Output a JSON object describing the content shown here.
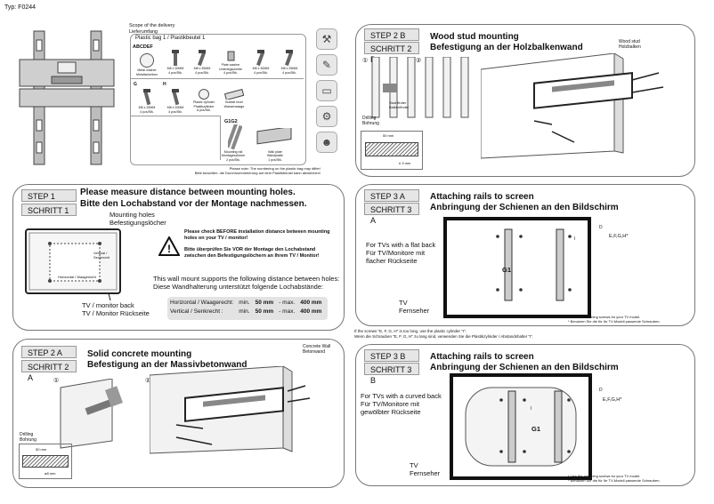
{
  "type_label": "Typ: F0244",
  "scope": {
    "line1": "Scope of the delivery",
    "line2": "Lieferumfang"
  },
  "bag": {
    "title": "Plastic bag 1 / Plastikbeutel 1",
    "abcdef": "ABCDEF",
    "items": [
      {
        "letter": "",
        "en": "Metal washer",
        "de": "Metallscheiben",
        "qty": ""
      },
      {
        "letter": "",
        "en": "M6 x 30MM",
        "de": "",
        "qty": "4 pcs/Stk."
      },
      {
        "letter": "",
        "en": "M8 x 45MM",
        "de": "",
        "qty": "4 pcs/Stk."
      },
      {
        "letter": "",
        "en": "Plate washer",
        "de": "Unterlegscheibe",
        "qty": "4 pcs/Stk."
      },
      {
        "letter": "",
        "en": "M6 x 30MM",
        "de": "",
        "qty": "4 pcs/Stk."
      },
      {
        "letter": "",
        "en": "M8 x 25MM",
        "de": "",
        "qty": "4 pcs/Stk."
      },
      {
        "letter": "G",
        "en": "M6 x 25MM",
        "de": "",
        "qty": "4 pcs/Stk."
      },
      {
        "letter": "H",
        "en": "M8 x 20MM",
        "de": "",
        "qty": "4 pcs/Stk."
      },
      {
        "letter": "",
        "en": "Plastic cylinder",
        "de": "Plastikzylinder",
        "qty": "8 pcs/Stk."
      },
      {
        "letter": "",
        "en": "Bubble level",
        "de": "Wasserwaage",
        "qty": ""
      }
    ],
    "g1g2": "G1G2",
    "mounting_rail": {
      "en": "Mounting rail",
      "de": "Montageschiene",
      "qty": "2 pcs/Stk."
    },
    "wall_plate": {
      "en": "Wall plate",
      "de": "Wandplatte",
      "qty": "1 pcs/Stk."
    },
    "note1": "Please note: The numbering on the plastic bag may differ!",
    "note2": "Bitte beachten: die Durchnummerierung auf dem Plastikbeutel kann abweichen!"
  },
  "step1": {
    "label_en": "STEP   1",
    "label_de": "SCHRITT 1",
    "title1": "Please measure distance between mounting holes.",
    "title2": "Bitte den Lochabstand vor der Montage nachmessen.",
    "holes1": "Mounting holes",
    "holes2": "Befestigungslöcher",
    "vertical": "Vertical / Senkrecht",
    "horizontal": "Horizontal / Waagerecht",
    "back1": "TV / monitor back",
    "back2": "TV / Monitor Rückseite",
    "warn1": "Please check BEFORE installation distance between mounting holes on your TV / monitor!",
    "warn2": "Bitte überprüfen Sie VOR der Montage den Lochabstand zwischen den Befestigungslöchern an Ihrem TV / Monitor!",
    "support1": "This wall mount supports the following distance between holes:",
    "support2": "Diese Wandhalterung unterstützt folgende Lochabstände:",
    "row1": {
      "label": "Horizontal / Waagerecht:",
      "min": "min.",
      "minv": "50 mm",
      "max": "- max.",
      "maxv": "400 mm"
    },
    "row2": {
      "label": "Vertical / Senkrecht :",
      "min": "min.",
      "minv": "50 mm",
      "max": "- max.",
      "maxv": "400 mm"
    }
  },
  "step2a": {
    "label_en": "STEP  2 A",
    "label_de": "SCHRITT 2 A",
    "title1": "Solid concrete mounting",
    "title2": "Befestigung an der Massivbetonwand",
    "wall1": "Concrete Wall",
    "wall2": "Betonwand",
    "drill1": "Drilling",
    "drill2": "Bohrung",
    "mm50": "50 mm",
    "phi": "ø8   mm",
    "n1": "①",
    "n2": "②"
  },
  "step2b": {
    "label_en": "STEP  2 B",
    "label_de": "SCHRITT 2 B",
    "title1": "Wood stud mounting",
    "title2": "Befestigung an der Holzbalkenwand",
    "stud1": "Wood stud",
    "stud2": "Holzbalken",
    "finder1": "Stud finder",
    "finder2": "Balkenfinder",
    "drill1": "Drilling",
    "drill2": "Bohrung",
    "mm50": "50 mm",
    "phi": "# 3 mm",
    "n1": "①",
    "n2": "②"
  },
  "step3a": {
    "label_en": "STEP  3 A",
    "label_de": "SCHRITT 3 A",
    "title1": "Attaching rails to screen",
    "title2": "Anbringung der Schienen an den Bildschirm",
    "desc1": "For TVs with a flat back",
    "desc2": "Für TV/Monitore mit",
    "desc3": "flacher Rückseite",
    "tv1": "TV",
    "tv2": "Fernseher",
    "g1": "G1",
    "efgh": "E,F,G,H*",
    "d": "D",
    "i": "I",
    "note1": "* Use the matching screws for your TV model.",
    "note2": "* Benutzen Sie die für Ihr TV-Modell passende Schrauben.",
    "under1": "If the screws \"E, F, G, H\" is too long, use the plastic cylinder \"I\".",
    "under2": "Wenn die Schrauben \"E, F, G, H\" zu lang sind, verwenden Sie die Plastikzylinder / Abstandshalter \"I\"."
  },
  "step3b": {
    "label_en": "STEP  3 B",
    "label_de": "SCHRITT 3 B",
    "title1": "Attaching rails to screen",
    "title2": "Anbringung der Schienen an den Bildschirm",
    "desc1": "For TVs with a curved back",
    "desc2": "Für TV/Monitore mit",
    "desc3": "gewölbter Rückseite",
    "tv1": "TV",
    "tv2": "Fernseher",
    "g1": "G1",
    "efgh": "E,F,G,H*",
    "d": "D",
    "i": "I",
    "note1": "* Use the matching screws for your TV model.",
    "note2": "* Benutzen Sie die für Ihr TV-Modell passende Schrauben."
  }
}
